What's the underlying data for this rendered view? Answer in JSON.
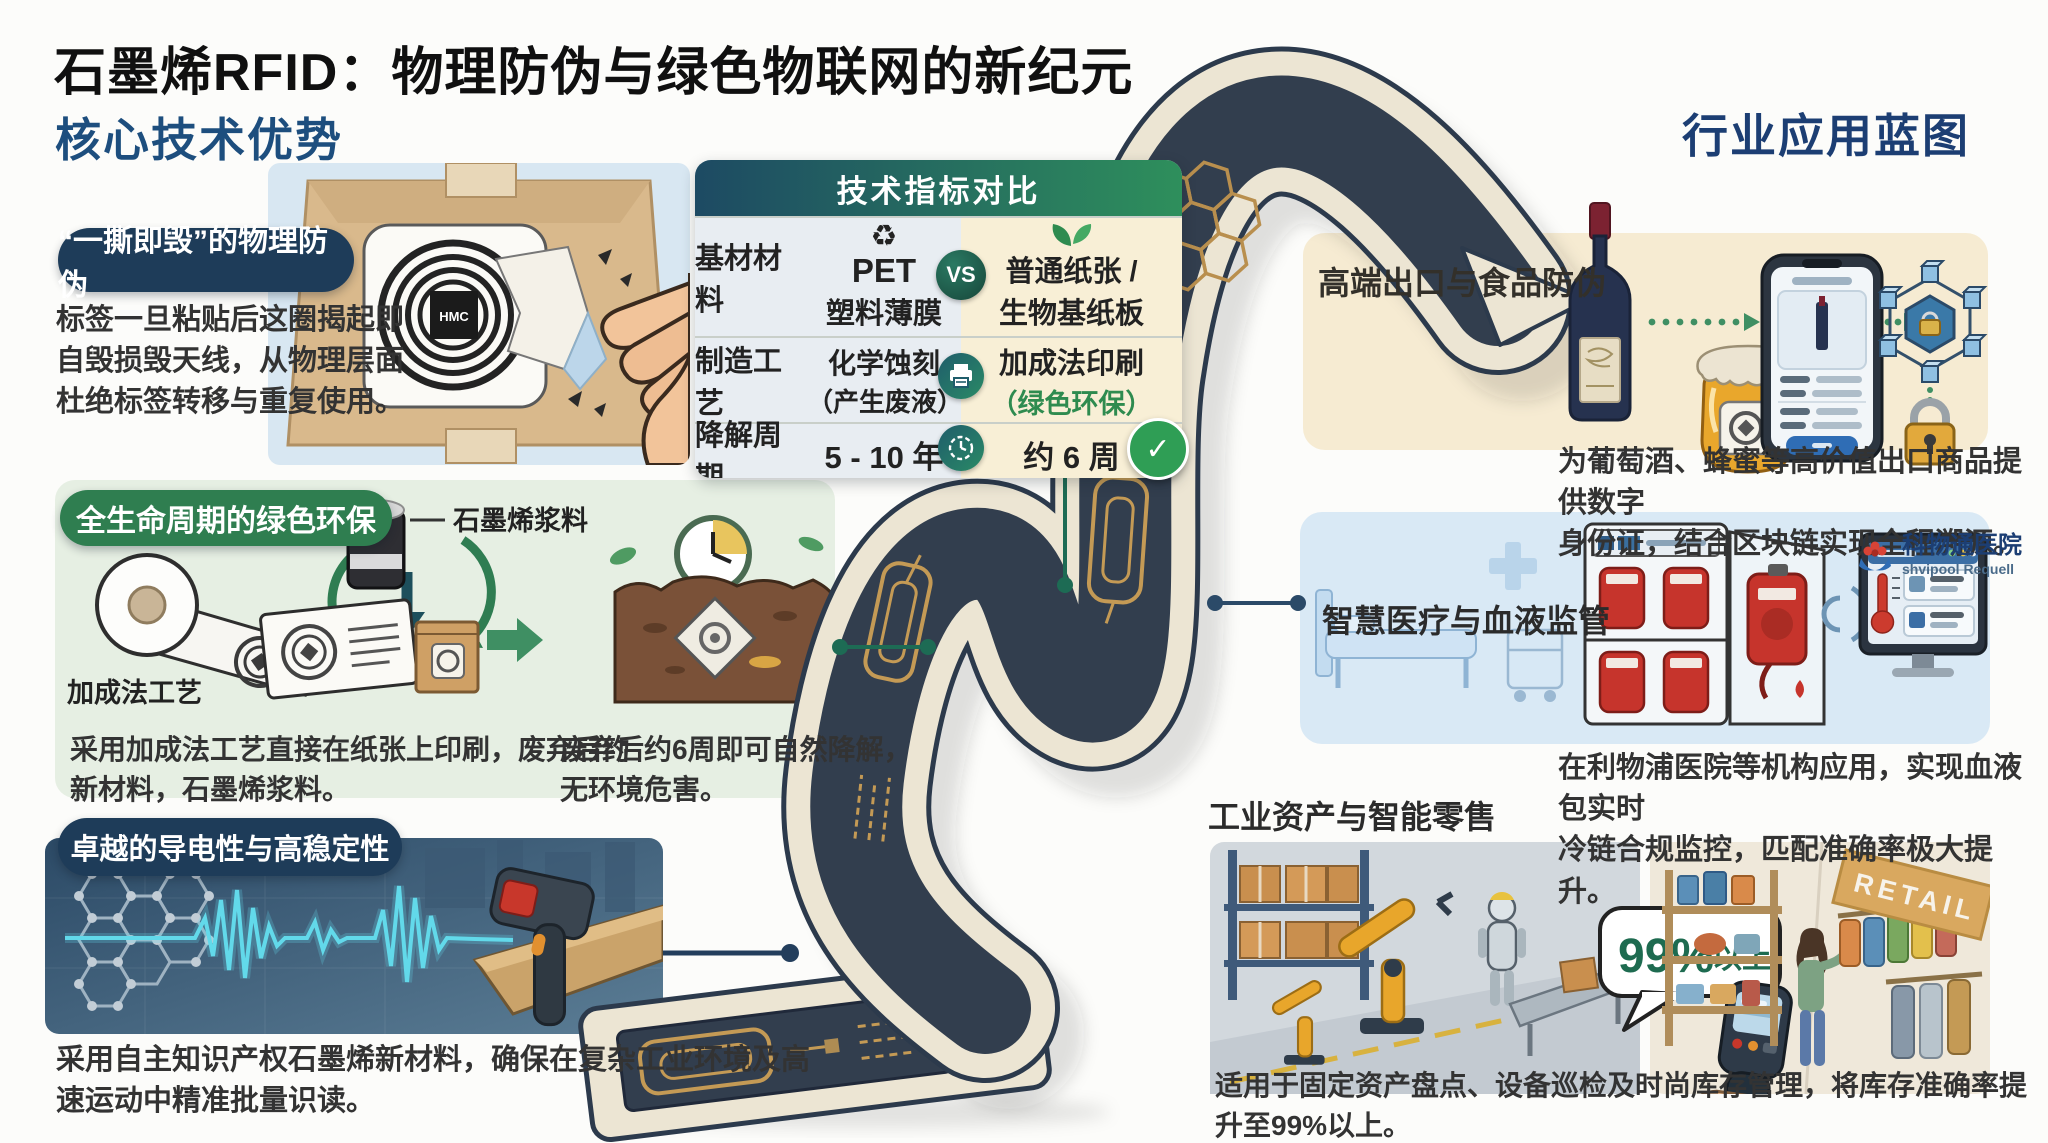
{
  "page": {
    "title": "石墨烯RFID：物理防伪与绿色物联网的新纪元"
  },
  "icons": {
    "recycle": "♻",
    "check": "✓"
  },
  "left": {
    "header": "核心技术优势",
    "peel": {
      "badge": "“一撕即毁”的物理防伪",
      "desc": "标签一旦粘贴后这圈揭起即\n自毁损毁天线，从物理层面\n杜绝标签转移与重复使用。",
      "chip_label": "HMC"
    },
    "eco": {
      "badge": "全生命周期的绿色环保",
      "jar_label": "石墨烯浆料",
      "process_label": "加成法工艺",
      "desc_print": "采用加成法工艺直接在纸张上印刷，废弃后约\n新材料，石墨烯浆料。",
      "desc_degrade": "废弃后约6周即可自然降解，\n无环境危害。"
    },
    "conduct": {
      "badge": "卓越的导电性与高稳定性",
      "desc": "采用自主知识产权石墨烯新材料，确保在复杂工业环境及高\n速运动中精准批量识读。"
    }
  },
  "table": {
    "header": "技术指标对比",
    "vs": "VS",
    "rows": [
      {
        "label": "基材材料",
        "left1": "PET",
        "left2": "塑料薄膜",
        "right1": "普通纸张 /",
        "right2": "生物基纸板"
      },
      {
        "label": "制造工艺",
        "left1": "化学蚀刻",
        "left2": "（产生废液）",
        "right1": "加成法印刷",
        "right2": "（绿色环保）"
      },
      {
        "label": "降解周期",
        "left1": "5 - 10 年",
        "right1": "约 6 周"
      }
    ]
  },
  "right": {
    "header": "行业应用蓝图",
    "food": {
      "title": "高端出口与食品防伪",
      "desc": "为葡萄酒、蜂蜜等高价值出口商品提供数字\n身份证，结合区块链实现全程溯源。"
    },
    "medical": {
      "title": "智慧医疗与血液监管",
      "logo": "科物通医院",
      "logo_sub": "shvipool Requell",
      "desc": "在利物浦医院等机构应用，实现血液包实时\n冷链合规监控，匹配准确率极大提升。"
    },
    "industry": {
      "title": "工业资产与智能零售",
      "bubble_pct": "99%",
      "bubble_suffix": "以上",
      "sign": "RETAIL",
      "desc": "适用于固定资产盘点、设备巡检及时尚库存管理，将库存准确率提升至99%以上。"
    }
  },
  "colors": {
    "navy": "#1d4e7e",
    "badge_navy": "#1e3c59",
    "green": "#2f7e50",
    "header_grad_left": "#1d4a63",
    "header_grad_right": "#2e8f5c",
    "check_green": "#2f9e55",
    "eco_green": "#2e8b4f",
    "gold": "#c49a55",
    "ribbon_navy": "#323e4e",
    "ribbon_cream": "#ece5d3"
  }
}
